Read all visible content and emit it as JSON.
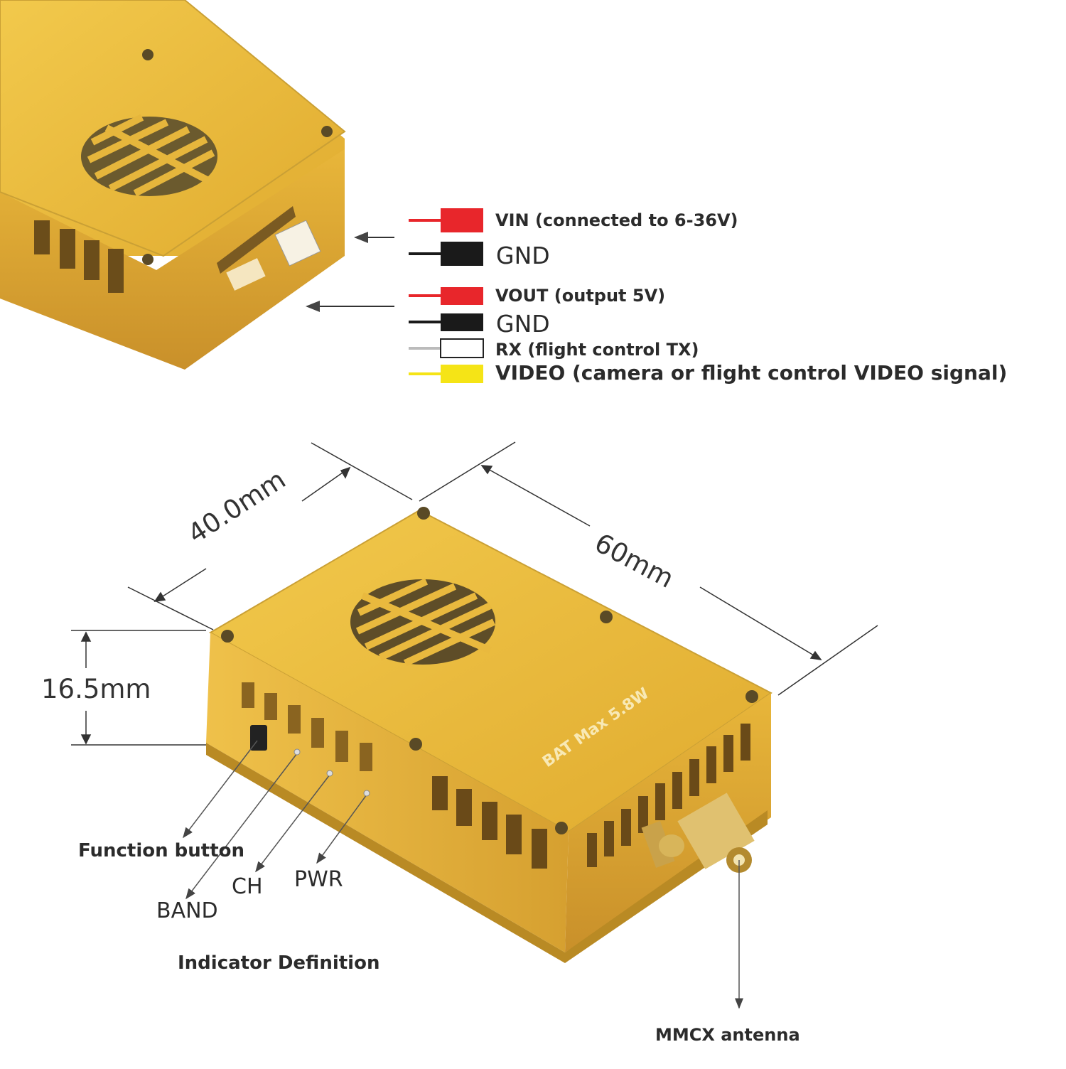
{
  "wiring": {
    "vin": "VIN (connected to 6-36V)",
    "gnd1": "GND",
    "vout": "VOUT (output 5V)",
    "gnd2": "GND",
    "rx": "RX (flight control TX)",
    "video": "VIDEO (camera or flight control VIDEO signal)",
    "wire_colors": {
      "vin": "#e8262b",
      "gnd": "#1a1a1a",
      "vout": "#e8262b",
      "rx": "#ffffff",
      "video": "#f5e416"
    }
  },
  "dimensions": {
    "width": "40.0mm",
    "length": "60mm",
    "height": "16.5mm"
  },
  "indicators": {
    "function_button": "Function button",
    "band": "BAND",
    "ch": "CH",
    "pwr": "PWR",
    "title": "Indicator Definition"
  },
  "antenna": "MMCX antenna",
  "device": {
    "label": "BAT Max 5.8W",
    "body_color": "#e3b23a"
  }
}
